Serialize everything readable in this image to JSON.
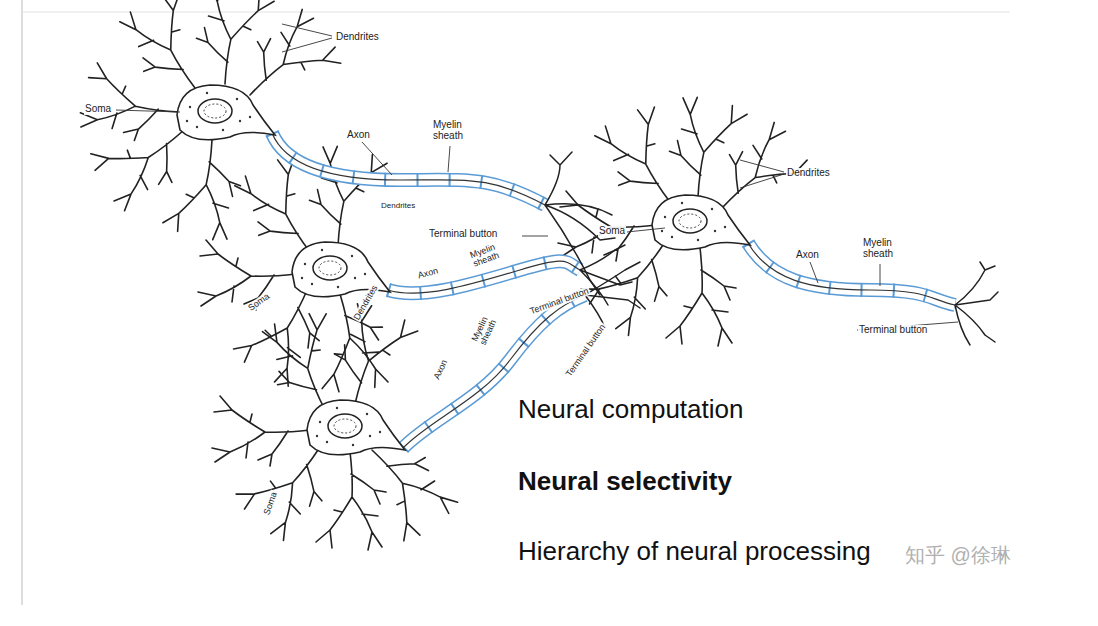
{
  "diagram": {
    "labels": [
      "Dendrites",
      "Soma",
      "Axon",
      "Myelin sheath",
      "Dendrites",
      "Soma",
      "Axon",
      "Myelin sheath",
      "Terminal button",
      "Terminal button",
      "Dendrites",
      "Soma",
      "Dendrites",
      "Axon",
      "Myelin sheath",
      "Terminal button",
      "Myelin sheath",
      "Axon",
      "Terminal button",
      "Soma",
      "Neural computation",
      "Neural selectivity",
      "Hierarchy of neural processing",
      "知乎 @徐琳"
    ]
  }
}
